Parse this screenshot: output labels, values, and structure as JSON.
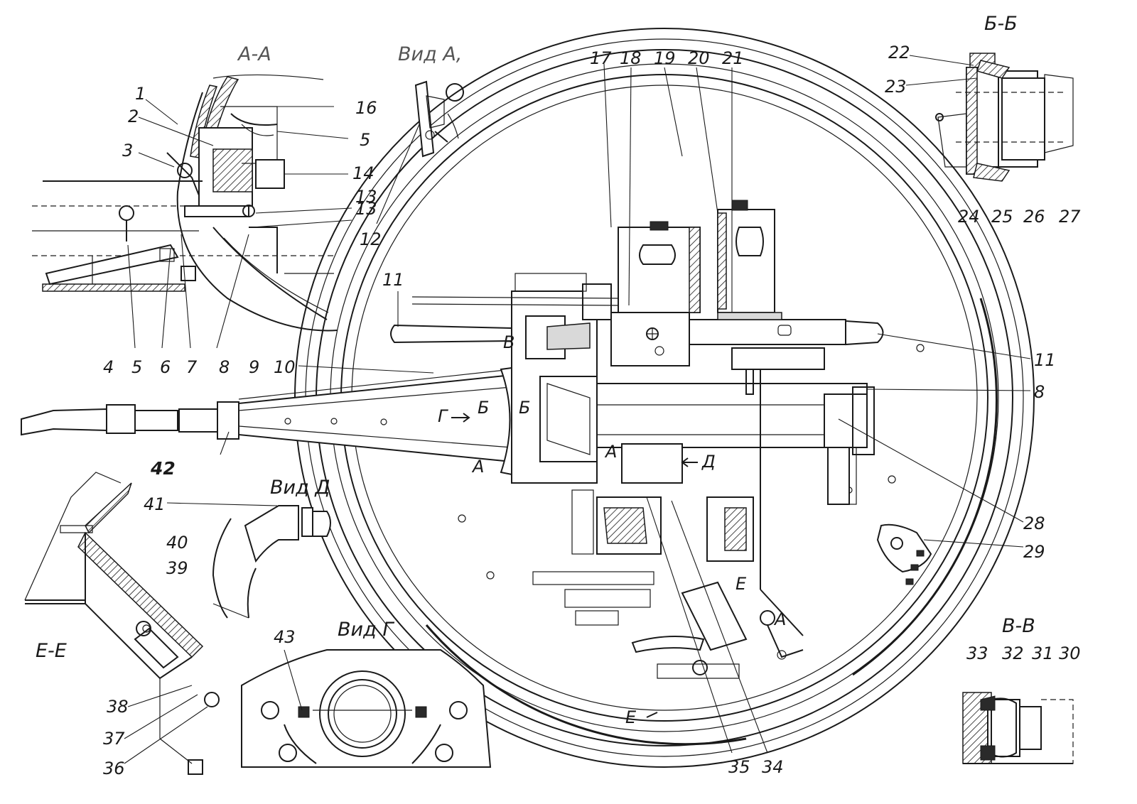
{
  "views": {
    "section_aa": "А-А",
    "view_a1": "Вид А,",
    "section_bb": "Б-Б",
    "view_d": "Вид Д",
    "section_ee": "Е-Е",
    "view_g": "Вид Г",
    "section_vv": "В-В"
  },
  "callouts": [
    "1",
    "2",
    "3",
    "4",
    "5",
    "6",
    "7",
    "8",
    "9",
    "10",
    "11",
    "12",
    "13",
    "14",
    "5",
    "16",
    "17",
    "18",
    "19",
    "20",
    "21",
    "22",
    "23",
    "24",
    "25",
    "26",
    "27",
    "28",
    "29",
    "30",
    "31",
    "32",
    "33",
    "34",
    "35",
    "36",
    "37",
    "38",
    "39",
    "40",
    "41",
    "42",
    "43",
    "11",
    "8",
    "13"
  ],
  "markers": {
    "g_arrow": "Г",
    "b_mark": "Б",
    "b_mark2": "Б",
    "a_mark": "А",
    "a_mark2": "А",
    "d_arrow": "Д",
    "e_mark": "Е",
    "e_mark2": "Е",
    "v_mark": "В",
    "a1_mark": "А"
  },
  "colors": {
    "ink": "#1a1a1a",
    "paper": "#ffffff",
    "hatch": "#555555"
  }
}
